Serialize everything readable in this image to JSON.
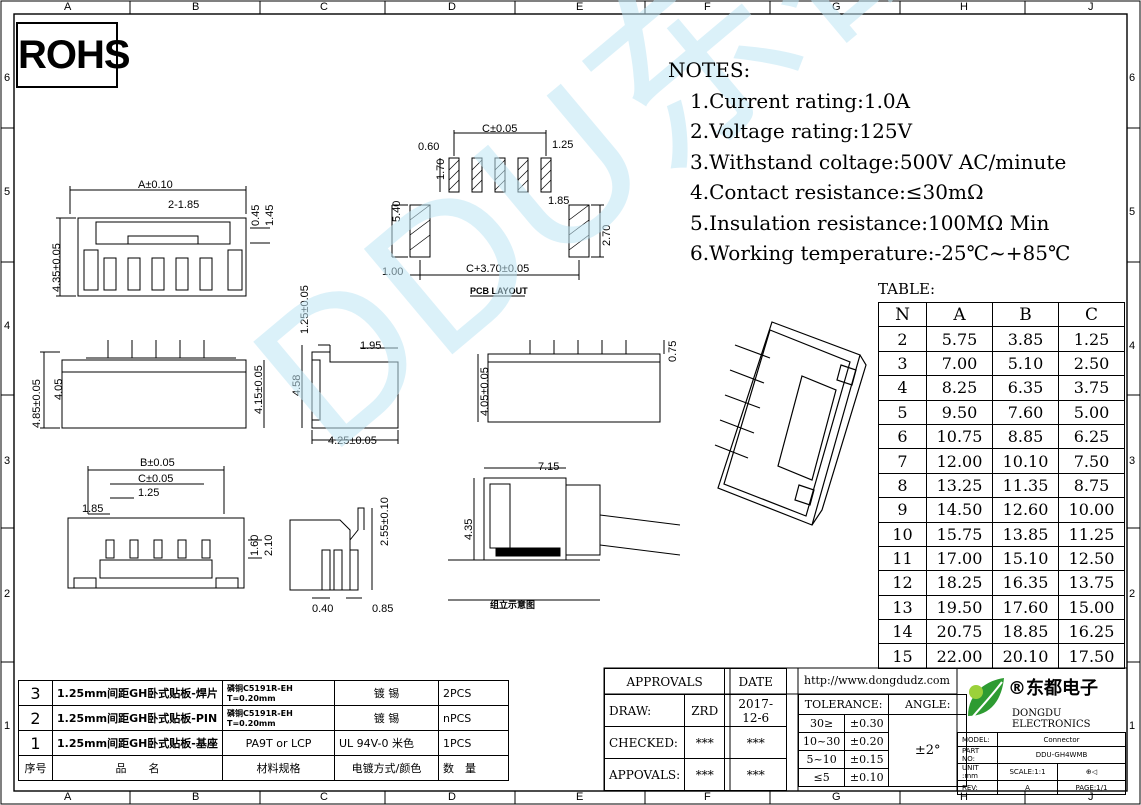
{
  "grid": {
    "top": [
      "A",
      "B",
      "C",
      "D",
      "E",
      "F",
      "G",
      "H",
      "J"
    ],
    "left": [
      "6",
      "5",
      "4",
      "3",
      "2",
      "1"
    ]
  },
  "rohs": "ROHS",
  "notes": {
    "title": "NOTES:",
    "items": [
      "1.Current rating:1.0A",
      "2.Voltage rating:125V",
      "3.Withstand coltage:500V AC/minute",
      "4.Contact resistance:≤30mΩ",
      "5.Insulation resistance:100MΩ Min",
      "6.Working temperature:-25℃~+85℃"
    ]
  },
  "table": {
    "title": "TABLE:",
    "headers": [
      "N",
      "A",
      "B",
      "C"
    ],
    "rows": [
      [
        "2",
        "5.75",
        "3.85",
        "1.25"
      ],
      [
        "3",
        "7.00",
        "5.10",
        "2.50"
      ],
      [
        "4",
        "8.25",
        "6.35",
        "3.75"
      ],
      [
        "5",
        "9.50",
        "7.60",
        "5.00"
      ],
      [
        "6",
        "10.75",
        "8.85",
        "6.25"
      ],
      [
        "7",
        "12.00",
        "10.10",
        "7.50"
      ],
      [
        "8",
        "13.25",
        "11.35",
        "8.75"
      ],
      [
        "9",
        "14.50",
        "12.60",
        "10.00"
      ],
      [
        "10",
        "15.75",
        "13.85",
        "11.25"
      ],
      [
        "11",
        "17.00",
        "15.10",
        "12.50"
      ],
      [
        "12",
        "18.25",
        "16.35",
        "13.75"
      ],
      [
        "13",
        "19.50",
        "17.60",
        "15.00"
      ],
      [
        "14",
        "20.75",
        "18.85",
        "16.25"
      ],
      [
        "15",
        "22.00",
        "20.10",
        "17.50"
      ]
    ]
  },
  "dims": {
    "pcb_c": "C±0.05",
    "pcb_060": "0.60",
    "pcb_125": "1.25",
    "pcb_170": "1.70",
    "pcb_540": "5.40",
    "pcb_185": "1.85",
    "pcb_270": "2.70",
    "pcb_100": "1.00",
    "pcb_c370": "C+3.70±0.05",
    "pcb_title": "PCB LAYOUT",
    "top_a": "A±0.10",
    "top_2185": "2-1.85",
    "top_045": "0.45",
    "top_145": "1.45",
    "top_435": "4.35±0.05",
    "front_485": "4.85±0.05",
    "front_405": "4.05",
    "front_415": "4.15±0.05",
    "side_125": "1.25±0.05",
    "side_195": "1.95",
    "side_458": "4.58",
    "side_425": "4.25±0.05",
    "back_075": "0.75",
    "back_405": "4.05±0.05",
    "bot_b": "B±0.05",
    "bot_c": "C±0.05",
    "bot_125": "1.25",
    "bot_185": "1.85",
    "bot_160": "1.60",
    "bot_210": "2.10",
    "pin_255": "2.55±0.10",
    "pin_040": "0.40",
    "pin_085": "0.85",
    "asm_715": "7.15",
    "asm_435": "4.35",
    "asm_title": "组立示意图"
  },
  "watermark": "DDU东都",
  "bom": {
    "rows": [
      [
        "3",
        "1.25mm间距GH卧式贴板-焊片",
        "磷铜C5191R-EH T=0.20mm",
        "镀 锡",
        "2PCS"
      ],
      [
        "2",
        "1.25mm间距GH卧式贴板-PIN",
        "磷铜C5191R-EH T=0.20mm",
        "镀 锡",
        "nPCS"
      ],
      [
        "1",
        "1.25mm间距GH卧式贴板-基座",
        "PA9T or LCP",
        "UL 94V-0 米色",
        "1PCS"
      ],
      [
        "序号",
        "品　　名",
        "材料规格",
        "电镀方式/颜色",
        "数　量"
      ]
    ]
  },
  "approvals": {
    "header": "APPROVALS",
    "date_header": "DATE",
    "rows": [
      [
        "DRAW:",
        "ZRD",
        "2017-12-6"
      ],
      [
        "CHECKED:",
        "***",
        "***"
      ],
      [
        "APPOVALS:",
        "***",
        "***"
      ]
    ]
  },
  "tolerance": {
    "url": "http://www.dongdudz.com",
    "title": "TOLERANCE:",
    "angle_label": "ANGLE:",
    "angle_value": "±2°",
    "rows": [
      [
        "30≥",
        "±0.30"
      ],
      [
        "10~30",
        "±0.20"
      ],
      [
        "5~10",
        "±0.15"
      ],
      [
        "≤5",
        "±0.10"
      ]
    ]
  },
  "company": {
    "name_cn": "®东都电子",
    "name_en": "DONGDU ELECTRONICS",
    "model_label": "MODEL:",
    "model_value": "Connector",
    "part_label": "PART NO:",
    "part_value": "DDU-GH4WMB",
    "unit_label": "UNIT :mm",
    "scale_label": "SCALE:1:1",
    "rev_label": "REV:",
    "rev_value": "A",
    "page_label": "PAGE:1/1"
  },
  "colors": {
    "line": "#000000",
    "watermark": "#bfe6f5",
    "logo_green": "#2e9b32"
  }
}
